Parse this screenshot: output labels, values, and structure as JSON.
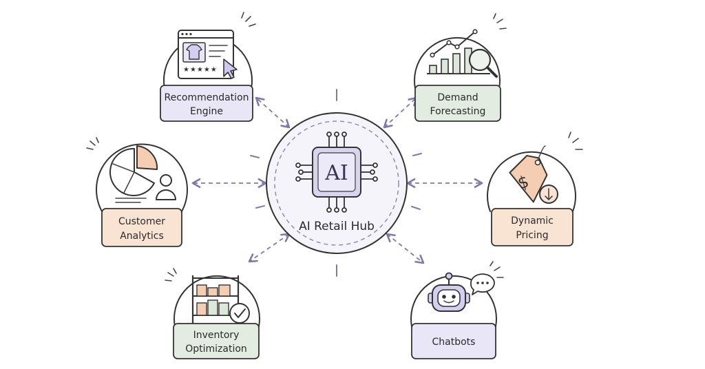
{
  "hub": {
    "chip_text": "AI",
    "label": "AI Retail Hub"
  },
  "nodes": {
    "recommendation": {
      "line1": "Recommendation",
      "line2": "Engine"
    },
    "forecasting": {
      "line1": "Demand",
      "line2": "Forecasting"
    },
    "analytics": {
      "line1": "Customer",
      "line2": "Analytics"
    },
    "pricing": {
      "line1": "Dynamic",
      "line2": "Pricing"
    },
    "inventory": {
      "line1": "Inventory",
      "line2": "Optimization"
    },
    "chatbots": {
      "line1": "Chatbots"
    }
  },
  "icons": {
    "recommendation": "product-webpage-icon",
    "forecasting": "bar-chart-magnifier-icon",
    "analytics": "pie-chart-user-icon",
    "pricing": "price-tag-icon",
    "inventory": "warehouse-shelf-icon",
    "chatbots": "robot-chat-icon"
  },
  "colors": {
    "purple_fill": "#e9e6f7",
    "green_fill": "#e3ece1",
    "peach_fill": "#f9e3d3",
    "accent": "#7e78ad"
  }
}
